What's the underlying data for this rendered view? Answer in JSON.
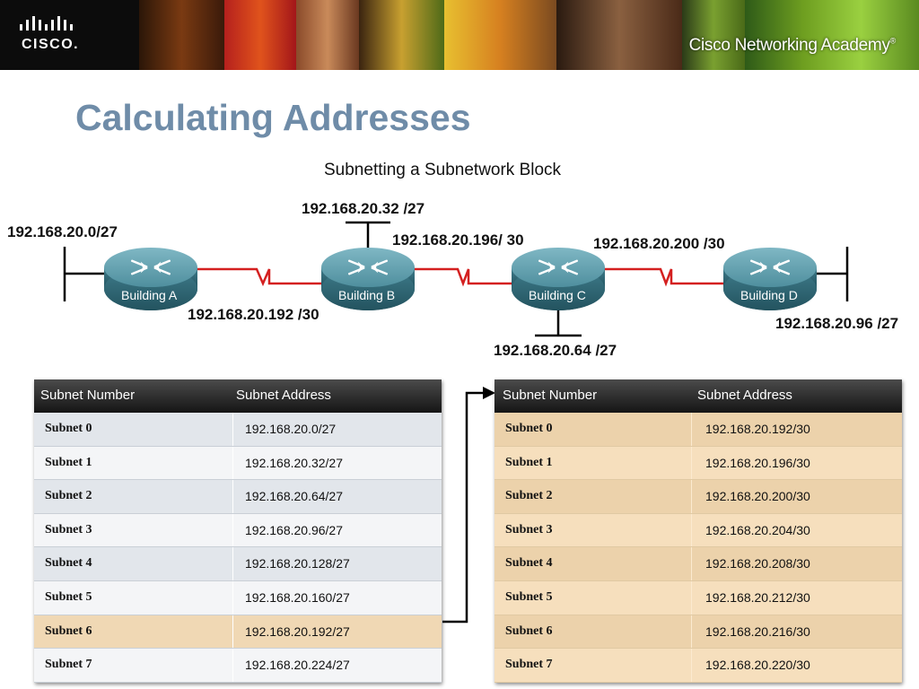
{
  "header": {
    "logo_text": "CISCO.",
    "academy_text": "Cisco Networking Academy",
    "academy_mark": "®"
  },
  "slide": {
    "title": "Calculating Addresses",
    "diagram_title": "Subnetting a Subnetwork Block"
  },
  "diagram": {
    "routers": [
      {
        "label": "Building A"
      },
      {
        "label": "Building B"
      },
      {
        "label": "Building C"
      },
      {
        "label": "Building D"
      }
    ],
    "labels": {
      "lan_a": "192.168.20.0/27",
      "lan_b": "192.168.20.32 /27",
      "link_bc": "192.168.20.196/ 30",
      "link_cd": "192.168.20.200 /30",
      "link_ab": "192.168.20.192 /30",
      "lan_c": "192.168.20.64 /27",
      "lan_d": "192.168.20.96 /27"
    },
    "colors": {
      "serial_link": "#d42020",
      "router_body": "#3d7d8c",
      "arrow": "#000000"
    }
  },
  "tables": {
    "left": {
      "headers": [
        "Subnet Number",
        "Subnet Address"
      ],
      "rows": [
        {
          "num": "Subnet 0",
          "addr": "192.168.20.0/27"
        },
        {
          "num": "Subnet 1",
          "addr": "192.168.20.32/27"
        },
        {
          "num": "Subnet 2",
          "addr": "192.168.20.64/27"
        },
        {
          "num": "Subnet 3",
          "addr": "192.168.20.96/27"
        },
        {
          "num": "Subnet 4",
          "addr": "192.168.20.128/27"
        },
        {
          "num": "Subnet 5",
          "addr": "192.168.20.160/27"
        },
        {
          "num": "Subnet 6",
          "addr": "192.168.20.192/27"
        },
        {
          "num": "Subnet 7",
          "addr": "192.168.20.224/27"
        }
      ],
      "highlighted_row": "Subnet 6"
    },
    "right": {
      "headers": [
        "Subnet Number",
        "Subnet Address"
      ],
      "rows": [
        {
          "num": "Subnet 0",
          "addr": "192.168.20.192/30"
        },
        {
          "num": "Subnet 1",
          "addr": "192.168.20.196/30"
        },
        {
          "num": "Subnet 2",
          "addr": "192.168.20.200/30"
        },
        {
          "num": "Subnet 3",
          "addr": "192.168.20.204/30"
        },
        {
          "num": "Subnet 4",
          "addr": "192.168.20.208/30"
        },
        {
          "num": "Subnet 5",
          "addr": "192.168.20.212/30"
        },
        {
          "num": "Subnet 6",
          "addr": "192.168.20.216/30"
        },
        {
          "num": "Subnet 7",
          "addr": "192.168.20.220/30"
        }
      ]
    }
  }
}
